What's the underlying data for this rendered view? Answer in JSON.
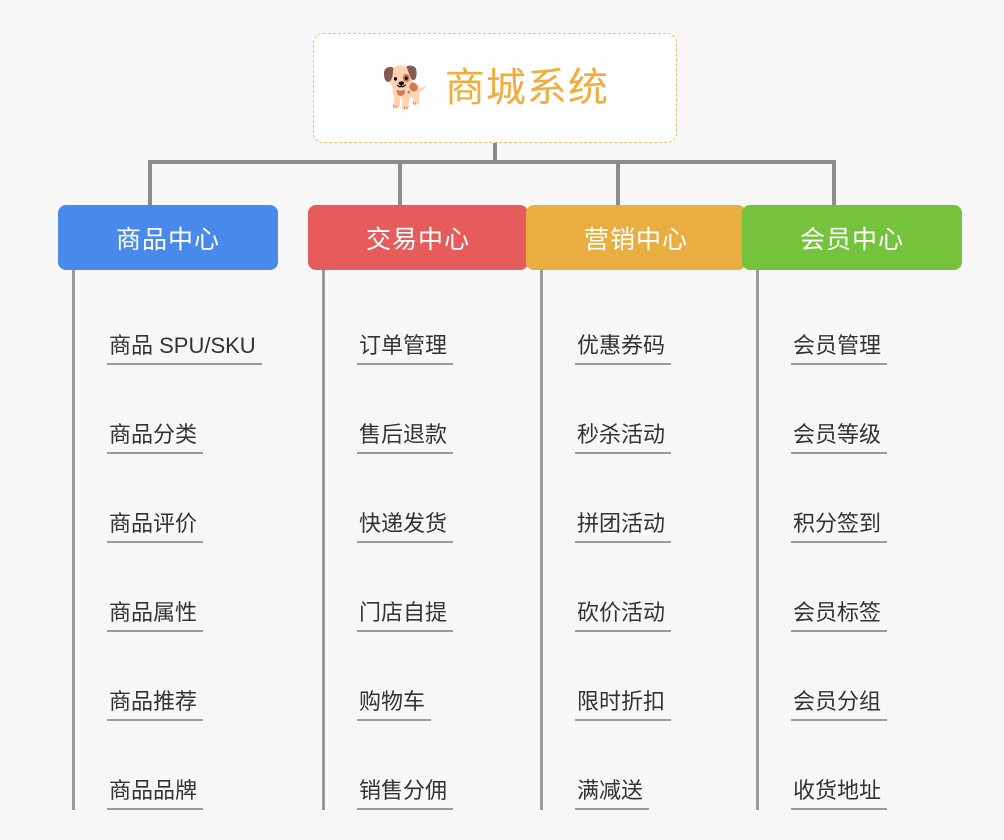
{
  "theme": {
    "background": "#f7f7f7",
    "connector_color": "#8c8c8c",
    "item_text_color": "#333333",
    "item_rule_color": "#9a9a9a",
    "root_border_color": "#f0c070",
    "root_text_color": "#f0ad3e"
  },
  "root": {
    "icon": "shiba-dog-face-emoji",
    "glyph": "🐕",
    "title": "商城系统"
  },
  "columns": [
    {
      "id": "product-center",
      "header": "商品中心",
      "color": "#4a89ec",
      "items": [
        "商品 SPU/SKU",
        "商品分类",
        "商品评价",
        "商品属性",
        "商品推荐",
        "商品品牌"
      ]
    },
    {
      "id": "trade-center",
      "header": "交易中心",
      "color": "#e65c5c",
      "items": [
        "订单管理",
        "售后退款",
        "快递发货",
        "门店自提",
        "购物车",
        "销售分佣"
      ]
    },
    {
      "id": "marketing-center",
      "header": "营销中心",
      "color": "#e9ae41",
      "items": [
        "优惠券码",
        "秒杀活动",
        "拼团活动",
        "砍价活动",
        "限时折扣",
        "满减送"
      ]
    },
    {
      "id": "member-center",
      "header": "会员中心",
      "color": "#75c33d",
      "items": [
        "会员管理",
        "会员等级",
        "积分签到",
        "会员标签",
        "会员分组",
        "收货地址"
      ]
    }
  ]
}
